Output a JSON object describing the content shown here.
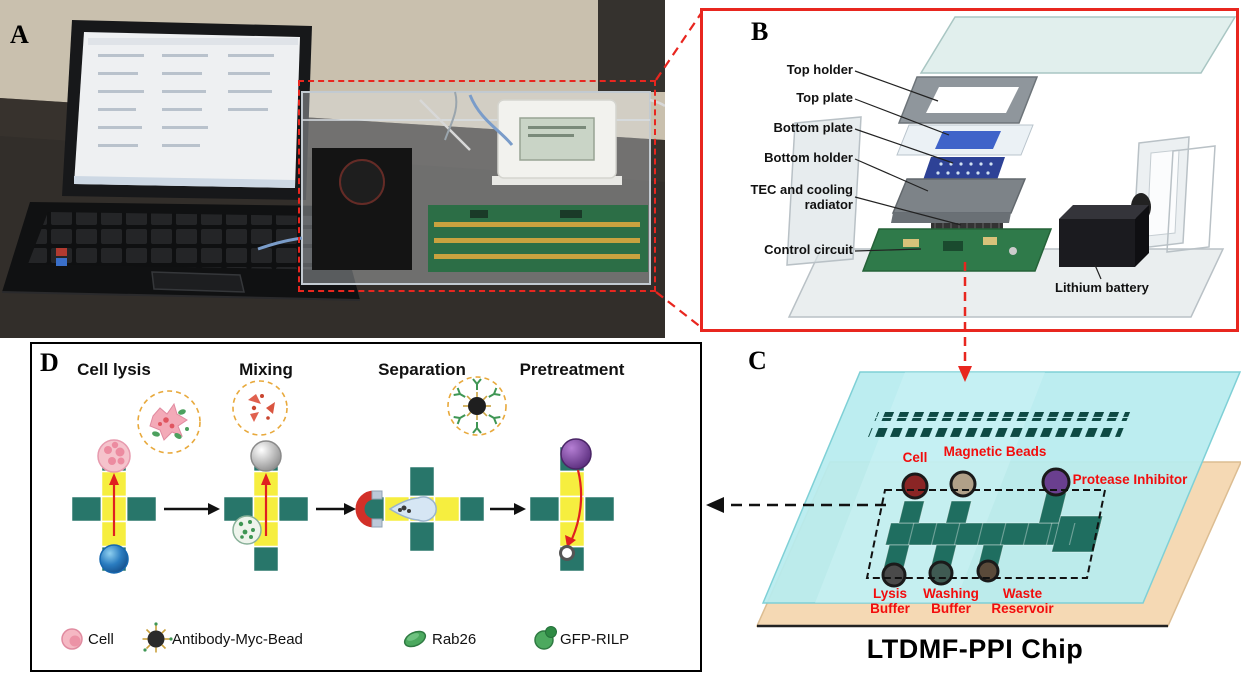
{
  "panels": {
    "a": {
      "label": "A"
    },
    "b": {
      "label": "B",
      "callouts": {
        "top_holder": "Top holder",
        "top_plate": "Top plate",
        "bottom_plate": "Bottom plate",
        "bottom_holder": "Bottom holder",
        "tec": "TEC and cooling radiator",
        "control_circuit": "Control circuit",
        "lithium_battery": "Lithium battery"
      }
    },
    "c": {
      "label": "C",
      "title": "LTDMF-PPI Chip",
      "reservoir_labels": {
        "cell": "Cell",
        "magnetic_beads": "Magnetic Beads",
        "protease_inhibitor": "Protease Inhibitor",
        "lysis_buffer": "Lysis Buffer",
        "washing_buffer": "Washing Buffer",
        "waste_reservoir": "Waste Reservoir"
      }
    },
    "d": {
      "label": "D",
      "steps": [
        "Cell lysis",
        "Mixing",
        "Separation",
        "Pretreatment"
      ],
      "legend": [
        "Cell",
        "Antibody-Myc-Bead",
        "Rab26",
        "GFP-RILP"
      ]
    }
  },
  "icons": {
    "magnet-icon": "U-magnet",
    "droplet-icon": "pulled droplet",
    "cell-icon": "pink cell cluster",
    "antibody-bead-icon": "spiked magnetic bead",
    "rab26-icon": "green bean",
    "gfp-rilp-icon": "green blob"
  },
  "colors": {
    "highlight_red": "#e8261f",
    "label_red": "#f20d0d",
    "chip_teal": "#1f6e60",
    "channel_yellow": "#f6ee3f",
    "chip_cyan": "#b7ecef",
    "pcb_green": "#2f7a4a"
  }
}
